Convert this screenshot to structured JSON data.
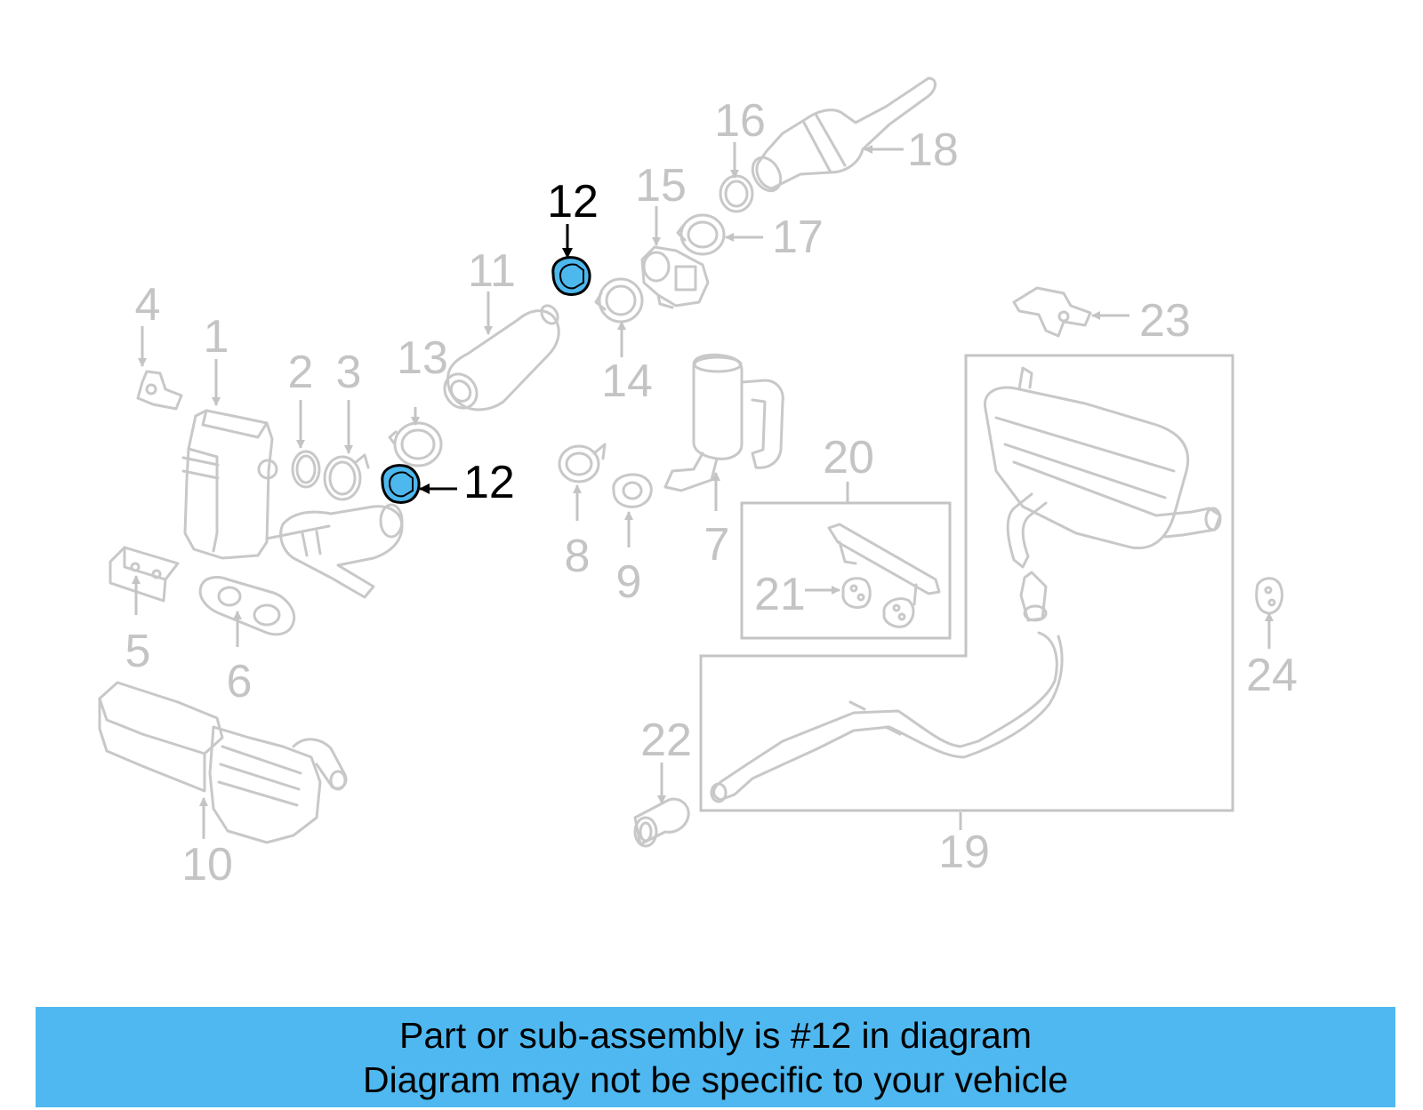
{
  "diagram": {
    "highlighted_part": "12",
    "callouts": [
      {
        "id": "c1",
        "text": "1"
      },
      {
        "id": "c2",
        "text": "2"
      },
      {
        "id": "c3",
        "text": "3"
      },
      {
        "id": "c4",
        "text": "4"
      },
      {
        "id": "c5",
        "text": "5"
      },
      {
        "id": "c6",
        "text": "6"
      },
      {
        "id": "c7",
        "text": "7"
      },
      {
        "id": "c8",
        "text": "8"
      },
      {
        "id": "c9",
        "text": "9"
      },
      {
        "id": "c10",
        "text": "10"
      },
      {
        "id": "c11",
        "text": "11"
      },
      {
        "id": "c12a",
        "text": "12"
      },
      {
        "id": "c12b",
        "text": "12"
      },
      {
        "id": "c13",
        "text": "13"
      },
      {
        "id": "c14",
        "text": "14"
      },
      {
        "id": "c15",
        "text": "15"
      },
      {
        "id": "c16",
        "text": "16"
      },
      {
        "id": "c17",
        "text": "17"
      },
      {
        "id": "c18",
        "text": "18"
      },
      {
        "id": "c19",
        "text": "19"
      },
      {
        "id": "c20",
        "text": "20"
      },
      {
        "id": "c21",
        "text": "21"
      },
      {
        "id": "c22",
        "text": "22"
      },
      {
        "id": "c23",
        "text": "23"
      },
      {
        "id": "c24",
        "text": "24"
      }
    ],
    "colors": {
      "highlight": "#4db8ee",
      "parts": "#c8c8c8",
      "banner": "#4fb8f0"
    }
  },
  "banner": {
    "line1": "Part or sub-assembly is #12 in diagram",
    "line2": "Diagram may not be specific to your vehicle"
  }
}
